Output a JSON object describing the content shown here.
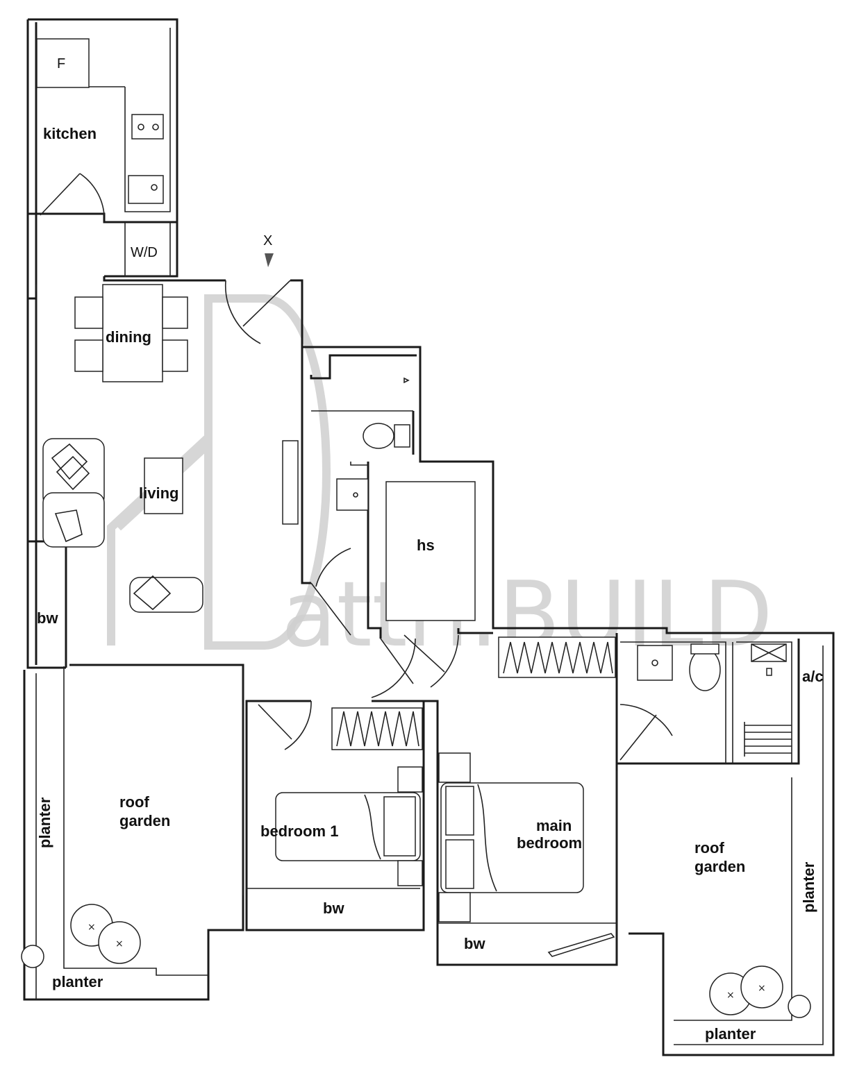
{
  "rooms": {
    "kitchen": "kitchen",
    "fridge": "F",
    "washer_dryer": "W/D",
    "entrance_marker": "X",
    "dining": "dining",
    "living": "living",
    "household_shelter": "hs",
    "bay_window_living": "bw",
    "bay_window_bedroom1": "bw",
    "bay_window_main": "bw",
    "roof_garden_left": [
      "roof",
      "garden"
    ],
    "roof_garden_right": [
      "roof",
      "garden"
    ],
    "bedroom1": "bedroom 1",
    "main_bedroom": [
      "main",
      "bedroom"
    ],
    "aircon_ledge": "a/c",
    "planter_left_vertical": "planter",
    "planter_left_bottom": "planter",
    "planter_right_vertical": "planter",
    "planter_right_bottom": "planter"
  },
  "watermark": "attri.BUILD",
  "colors": {
    "walls": "#1a1a1a",
    "watermark": "#cfcfcf"
  }
}
